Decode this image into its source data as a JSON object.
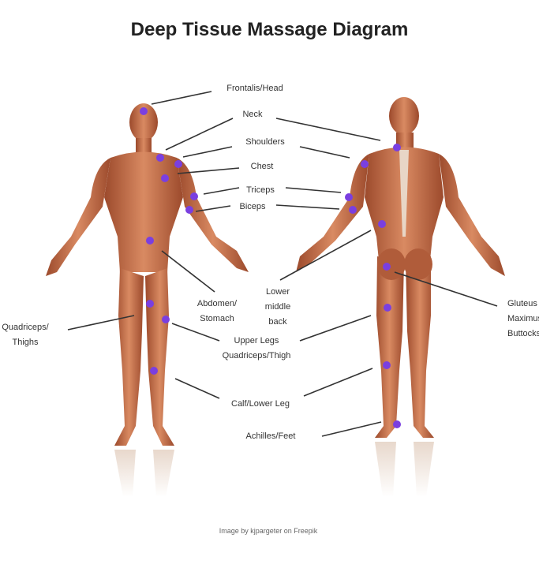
{
  "title": "Deep Tissue Massage Diagram",
  "labels": {
    "frontalis": "Frontalis/Head",
    "neck": "Neck",
    "shoulders": "Shoulders",
    "chest": "Chest",
    "triceps": "Triceps",
    "biceps": "Biceps",
    "abdomen_1": "Abdomen/",
    "abdomen_2": "Stomach",
    "lowerback_1": "Lower",
    "lowerback_2": "middle",
    "lowerback_3": "back",
    "upperlegs_1": "Upper Legs",
    "upperlegs_2": "Quadriceps/Thigh",
    "calf": "Calf/Lower Leg",
    "achilles": "Achilles/Feet",
    "quads_1": "Quadriceps/",
    "quads_2": "Thighs",
    "gluteus_1": "Gluteus",
    "gluteus_2": "Maximus",
    "gluteus_3": "Buttocks"
  },
  "credit": "Image by kjpargeter on Freepik",
  "colors": {
    "muscle": "#c2714c",
    "dot": "#7a3fe0",
    "line": "#333333"
  }
}
